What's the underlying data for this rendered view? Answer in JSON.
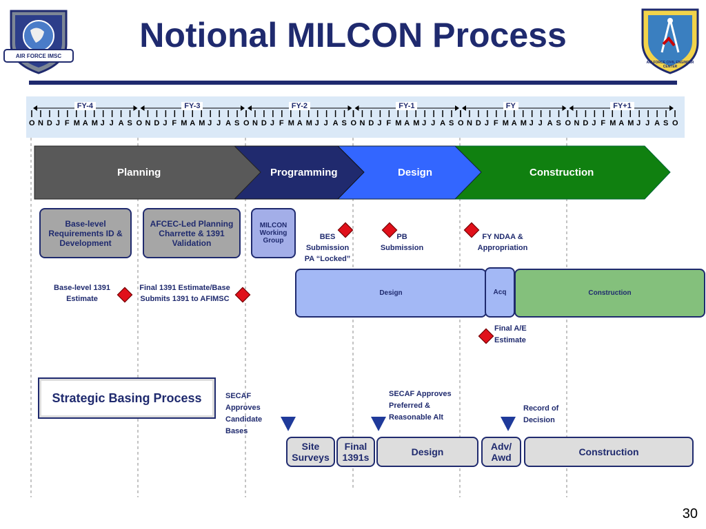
{
  "title": "Notional MILCON Process",
  "logos": {
    "left_text": "AIR FORCE IMSC",
    "right_text": "AIR FORCE CIVIL ENGINEER CENTER"
  },
  "timeline": {
    "fiscal_years": [
      "FY-4",
      "FY-3",
      "FY-2",
      "FY-1",
      "FY",
      "FY+1"
    ],
    "months": [
      "O",
      "N",
      "D",
      "J",
      "F",
      "M",
      "A",
      "M",
      "J",
      "J",
      "A",
      "S"
    ],
    "final_month": "O"
  },
  "phases": [
    "Planning",
    "Programming",
    "Design",
    "Construction"
  ],
  "planning_boxes": {
    "base_level_req": "Base-level Requirements ID & Development",
    "afcec_charrette": "AFCEC-Led Planning Charrette & 1391 Validation",
    "milcon_group": "MILCON Working Group"
  },
  "milestones": {
    "bes": "BES Submission PA “Locked”",
    "pb": "PB Submission",
    "ndaa": "FY NDAA & Appropriation",
    "base_estimate": "Base-level 1391 Estimate",
    "final_1391": "Final 1391 Estimate/Base Submits 1391 to AFIMSC",
    "final_ae": "Final A/E Estimate"
  },
  "execution_bars": [
    "Design",
    "Acq",
    "Construction"
  ],
  "strategic_basing": {
    "title": "Strategic Basing Process",
    "secaf_candidate": "SECAF Approves Candidate Bases",
    "secaf_preferred": "SECAF Approves Preferred & Reasonable Alt",
    "record": "Record of Decision",
    "steps": [
      "Site Surveys",
      "Final 1391s",
      "Design",
      "Adv/ Awd",
      "Construction"
    ]
  },
  "page_number": "30",
  "colors": {
    "navy": "#1f2a6e",
    "planning": "#595959",
    "programming": "#202a6e",
    "design": "#3366ff",
    "construction": "#108010",
    "diamond": "#e0101a"
  }
}
